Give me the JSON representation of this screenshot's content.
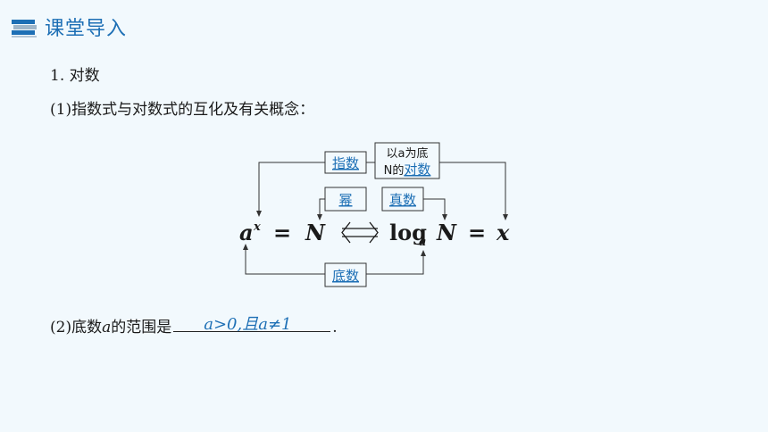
{
  "header": {
    "title": "课堂导入"
  },
  "content": {
    "heading": "1. 对数",
    "subheading": "(1)指数式与对数式的互化及有关概念：",
    "question_prefix": "(2)底数",
    "question_var": "a",
    "question_suffix": "的范围是",
    "answer": "a>0,且a≠1",
    "answer_end": "."
  },
  "diagram": {
    "box_exponent": "指数",
    "box_log_line1": "以a为底",
    "box_log_line2_prefix": "N的",
    "box_log_line2_link": "对数",
    "box_power": "幂",
    "box_true_number": "真数",
    "box_base": "底数",
    "formula": {
      "a": "a",
      "x_sup": "x",
      "eq1": "=",
      "N1": "N",
      "iff": "⟺",
      "log": "log",
      "log_sub": "a",
      "N2": "N",
      "eq2": "=",
      "x": "x"
    }
  },
  "colors": {
    "accent": "#1d6fb5",
    "background": "#f2f9fd",
    "text": "#1a1a1a"
  }
}
